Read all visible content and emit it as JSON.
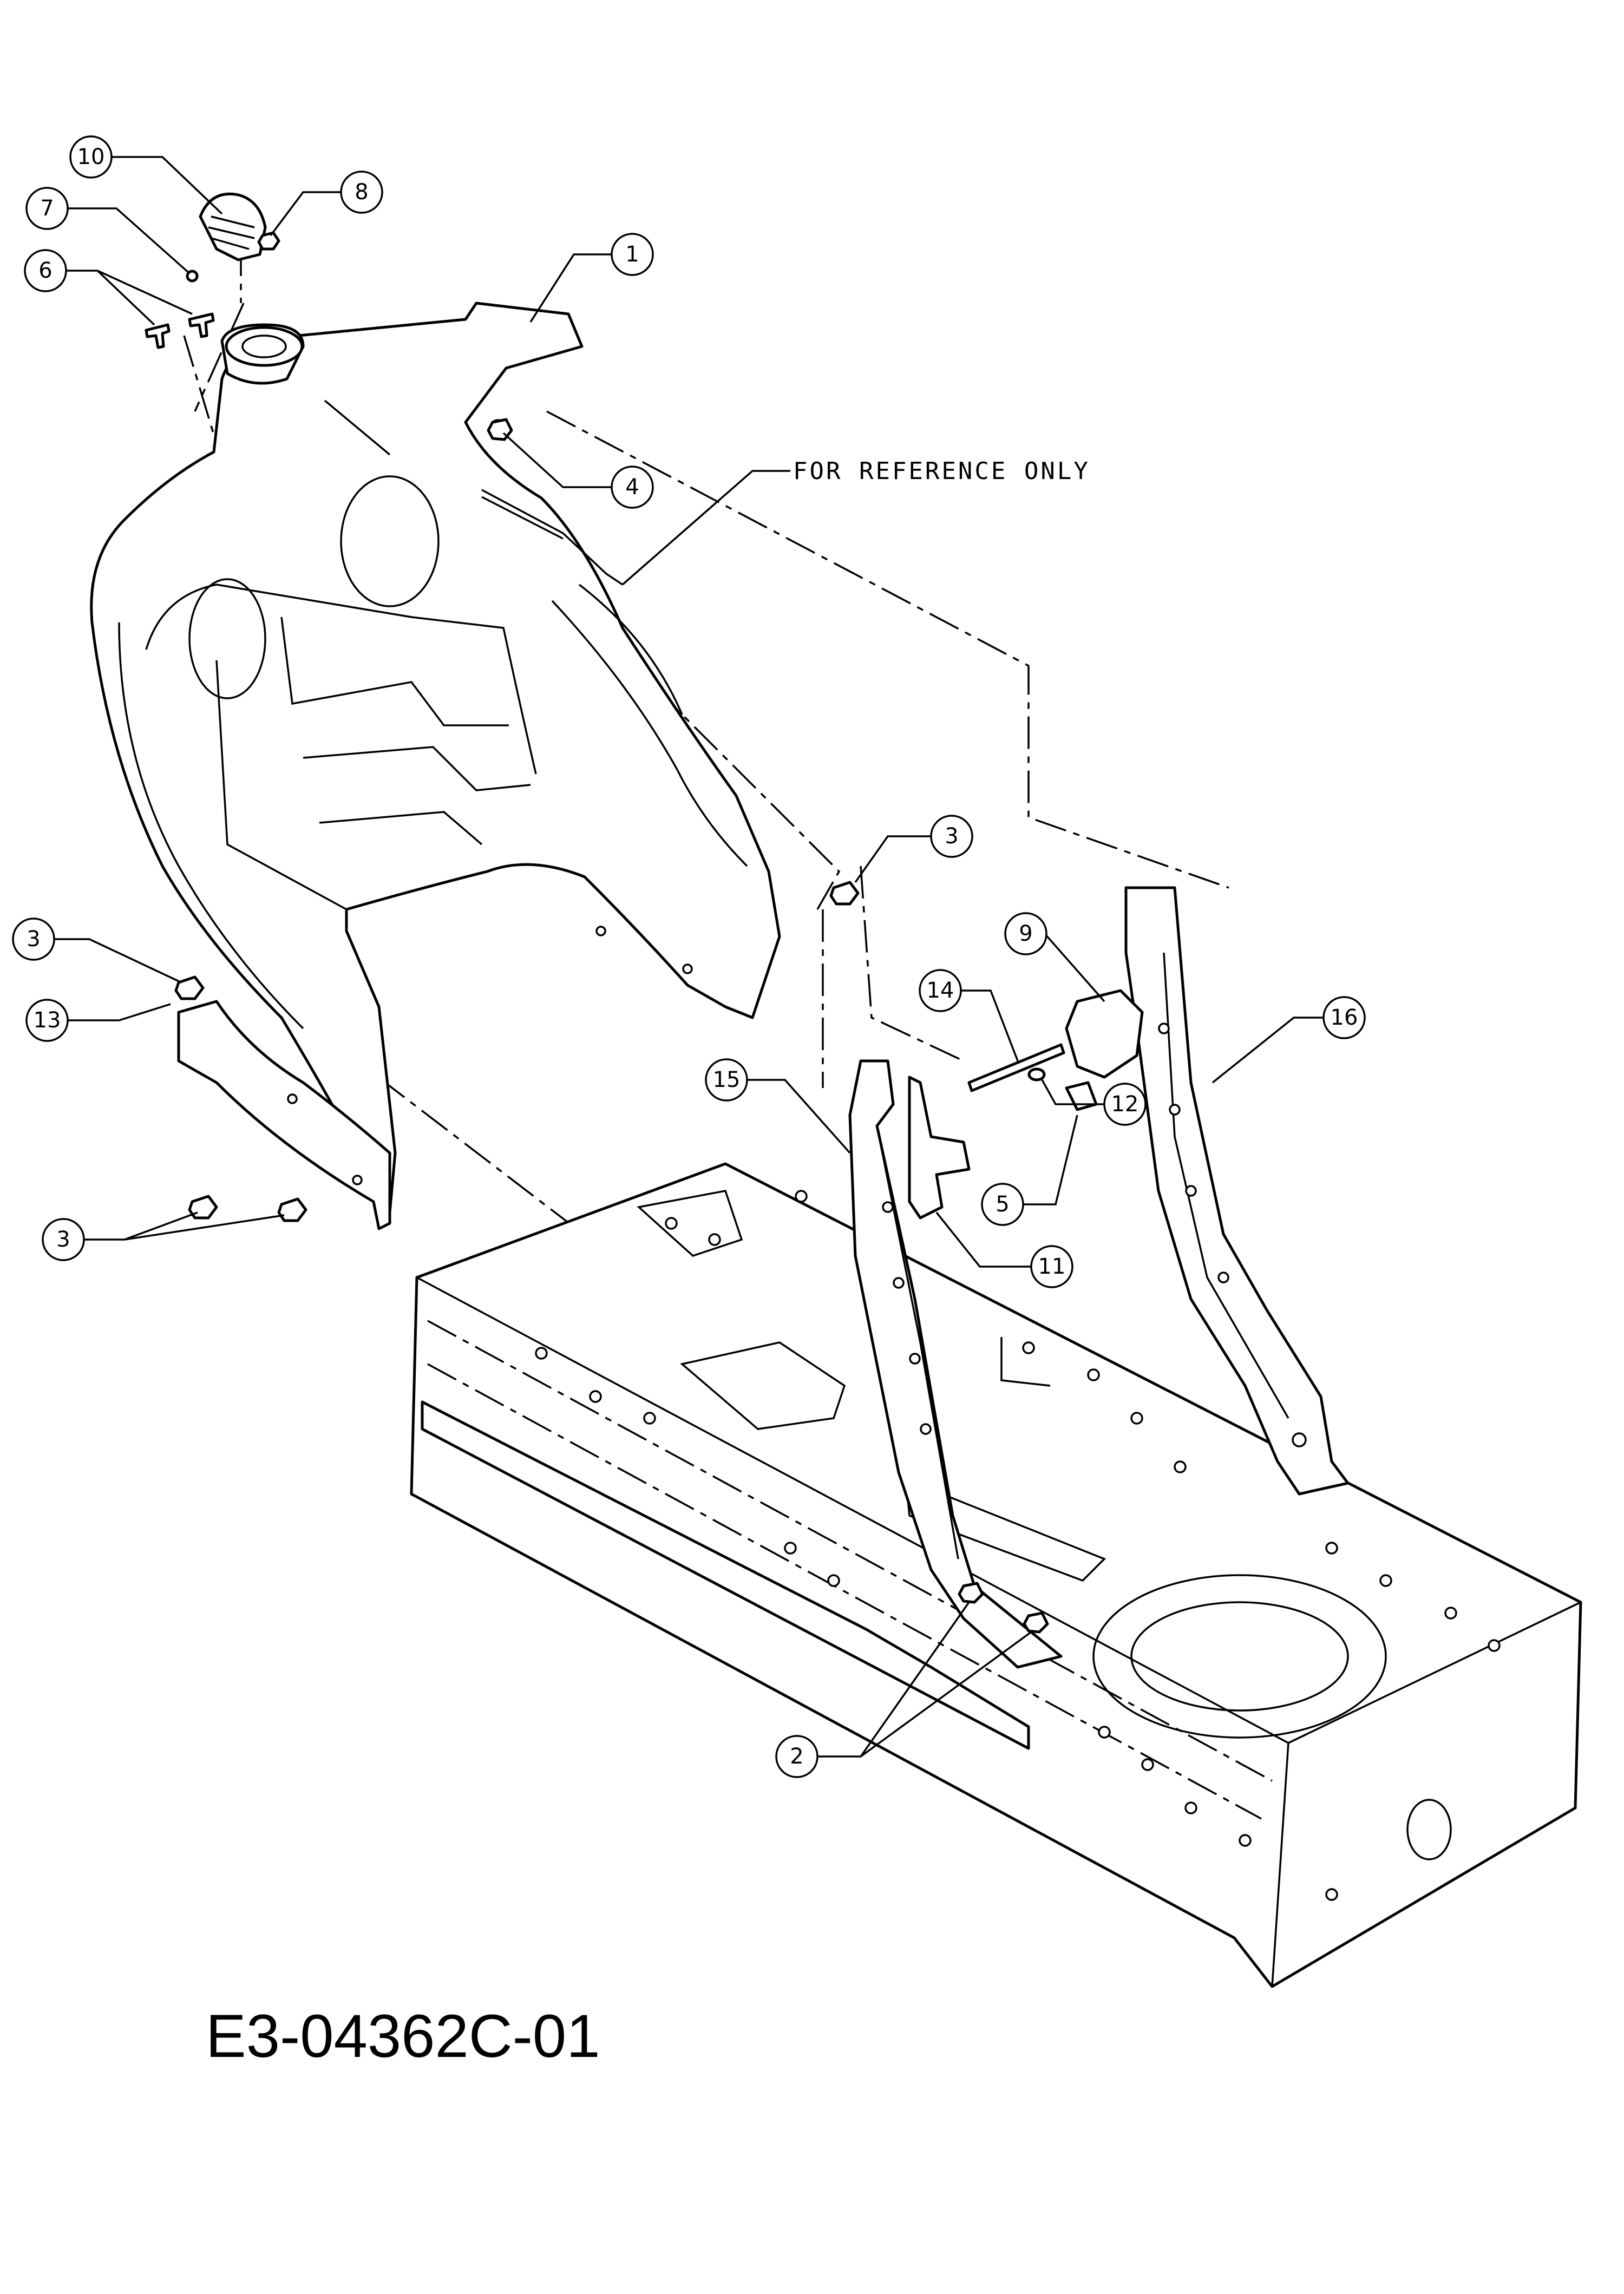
{
  "drawing_number": "E3-04362C-01",
  "reference_note": "FOR REFERENCE ONLY",
  "callouts": [
    {
      "label": "10"
    },
    {
      "label": "8"
    },
    {
      "label": "7"
    },
    {
      "label": "6"
    },
    {
      "label": "1"
    },
    {
      "label": "4"
    },
    {
      "label": "3"
    },
    {
      "label": "9"
    },
    {
      "label": "14"
    },
    {
      "label": "16"
    },
    {
      "label": "3"
    },
    {
      "label": "15"
    },
    {
      "label": "12"
    },
    {
      "label": "13"
    },
    {
      "label": "5"
    },
    {
      "label": "11"
    },
    {
      "label": "3"
    },
    {
      "label": "2"
    }
  ]
}
